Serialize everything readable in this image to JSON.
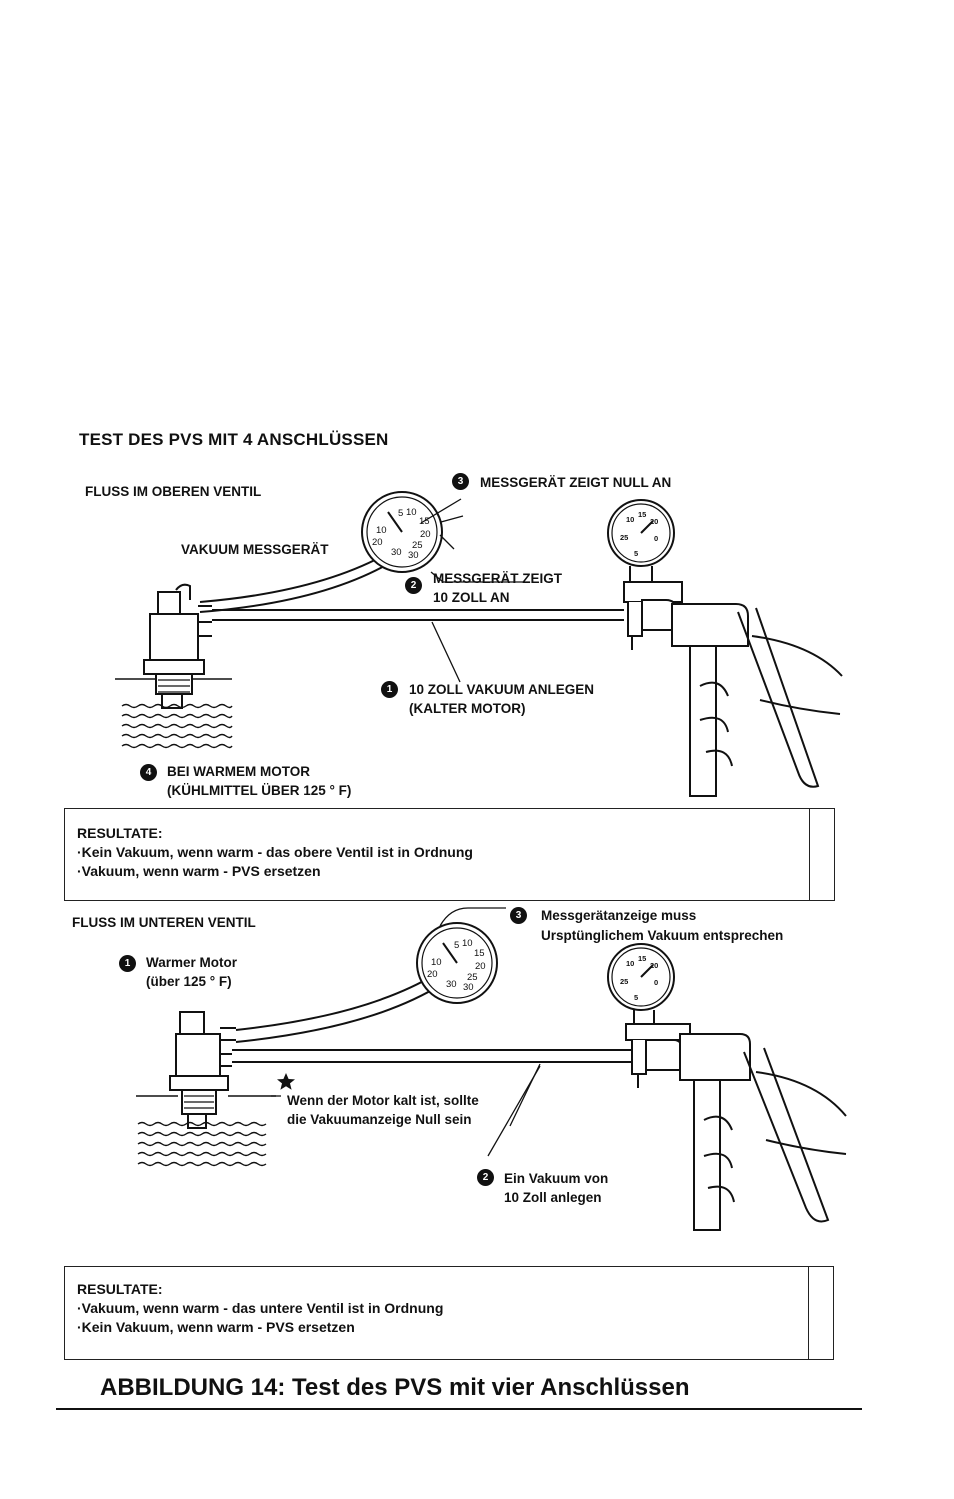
{
  "heading": "TEST DES PVS MIT 4 ANSCHLÜSSEN",
  "top": {
    "section_label": "FLUSS IM OBEREN VENTIL",
    "gauge_label": "VAKUUM MESSGERÄT",
    "step1_num": "1",
    "step1_line1": "10 ZOLL VAKUUM ANLEGEN",
    "step1_line2": "(KALTER MOTOR)",
    "step2_num": "2",
    "step2_line1": "MESSGERÄT ZEIGT",
    "step2_line2": "10  ZOLL AN",
    "step3_num": "3",
    "step3_text": "MESSGERÄT ZEIGT NULL AN",
    "step4_num": "4",
    "step4_line1": "BEI WARMEM MOTOR",
    "step4_line2": "(KÜHLMITTEL ÜBER 125 ° F)",
    "results_title": "RESULTATE:",
    "results_line1": "·Kein Vakuum, wenn warm  -  das obere Ventil ist in Ordnung",
    "results_line2": "·Vakuum, wenn warm  -  PVS ersetzen"
  },
  "bottom": {
    "section_label": "FLUSS IM UNTEREN VENTIL",
    "step1_num": "1",
    "step1_line1": "Warmer Motor",
    "step1_line2": "(über 125 ° F)",
    "step2_num": "2",
    "step2_line1": "Ein Vakuum von",
    "step2_line2": "10 Zoll anlegen",
    "step3_num": "3",
    "step3_line1": "Messgerätanzeige muss",
    "step3_line2": "Ursptünglichem Vakuum entsprechen",
    "star_line1": "Wenn der Motor kalt ist, sollte",
    "star_line2": "die Vakuumanzeige Null sein",
    "results_title": "RESULTATE:",
    "results_line1": "·Vakuum, wenn warm  -  das untere Ventil ist in Ordnung",
    "results_line2": "·Kein Vakuum, wenn warm  -  PVS ersetzen"
  },
  "gauge_scale": [
    "5",
    "10",
    "15",
    "10",
    "20",
    "20",
    "25",
    "30",
    "30"
  ],
  "small_gauge_scale": [
    "10",
    "15",
    "20",
    "25",
    "0",
    "5"
  ],
  "caption": "ABBILDUNG 14: Test des PVS mit vier Anschlüssen"
}
